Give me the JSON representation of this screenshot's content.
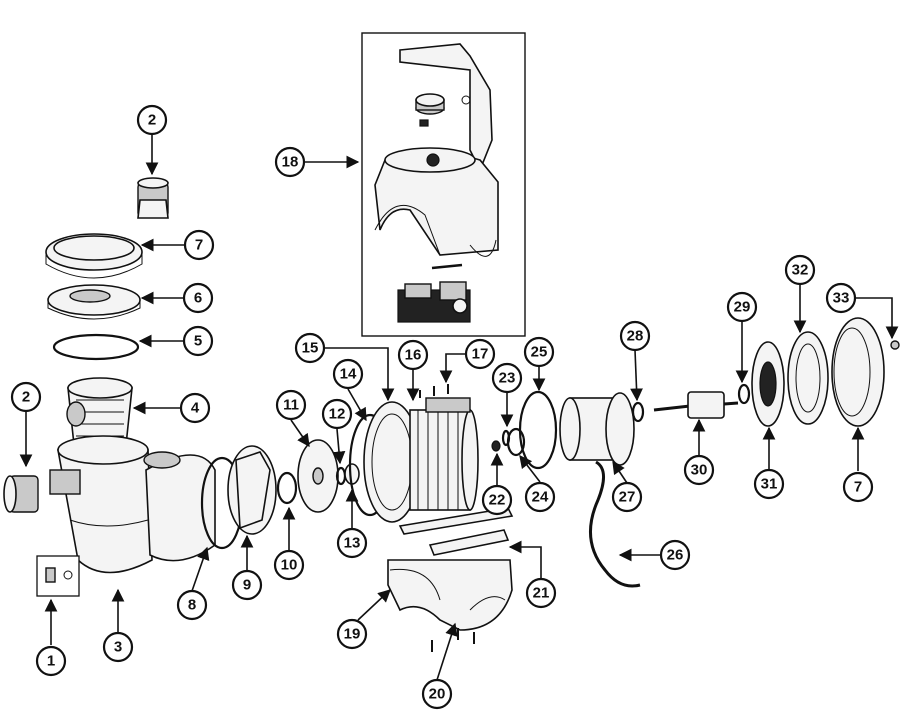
{
  "callouts": [
    {
      "id": "c1",
      "label": "1"
    },
    {
      "id": "c2a",
      "label": "2"
    },
    {
      "id": "c2b",
      "label": "2"
    },
    {
      "id": "c3",
      "label": "3"
    },
    {
      "id": "c4",
      "label": "4"
    },
    {
      "id": "c5",
      "label": "5"
    },
    {
      "id": "c6",
      "label": "6"
    },
    {
      "id": "c7a",
      "label": "7"
    },
    {
      "id": "c7b",
      "label": "7"
    },
    {
      "id": "c8",
      "label": "8"
    },
    {
      "id": "c9",
      "label": "9"
    },
    {
      "id": "c10",
      "label": "10"
    },
    {
      "id": "c11",
      "label": "11"
    },
    {
      "id": "c12",
      "label": "12"
    },
    {
      "id": "c13",
      "label": "13"
    },
    {
      "id": "c14",
      "label": "14"
    },
    {
      "id": "c15",
      "label": "15"
    },
    {
      "id": "c16",
      "label": "16"
    },
    {
      "id": "c17",
      "label": "17"
    },
    {
      "id": "c18",
      "label": "18"
    },
    {
      "id": "c19",
      "label": "19"
    },
    {
      "id": "c20",
      "label": "20"
    },
    {
      "id": "c21",
      "label": "21"
    },
    {
      "id": "c22",
      "label": "22"
    },
    {
      "id": "c23",
      "label": "23"
    },
    {
      "id": "c24",
      "label": "24"
    },
    {
      "id": "c25",
      "label": "25"
    },
    {
      "id": "c26",
      "label": "26"
    },
    {
      "id": "c27",
      "label": "27"
    },
    {
      "id": "c28",
      "label": "28"
    },
    {
      "id": "c29",
      "label": "29"
    },
    {
      "id": "c30",
      "label": "30"
    },
    {
      "id": "c31",
      "label": "31"
    },
    {
      "id": "c32",
      "label": "32"
    },
    {
      "id": "c33",
      "label": "33"
    }
  ]
}
